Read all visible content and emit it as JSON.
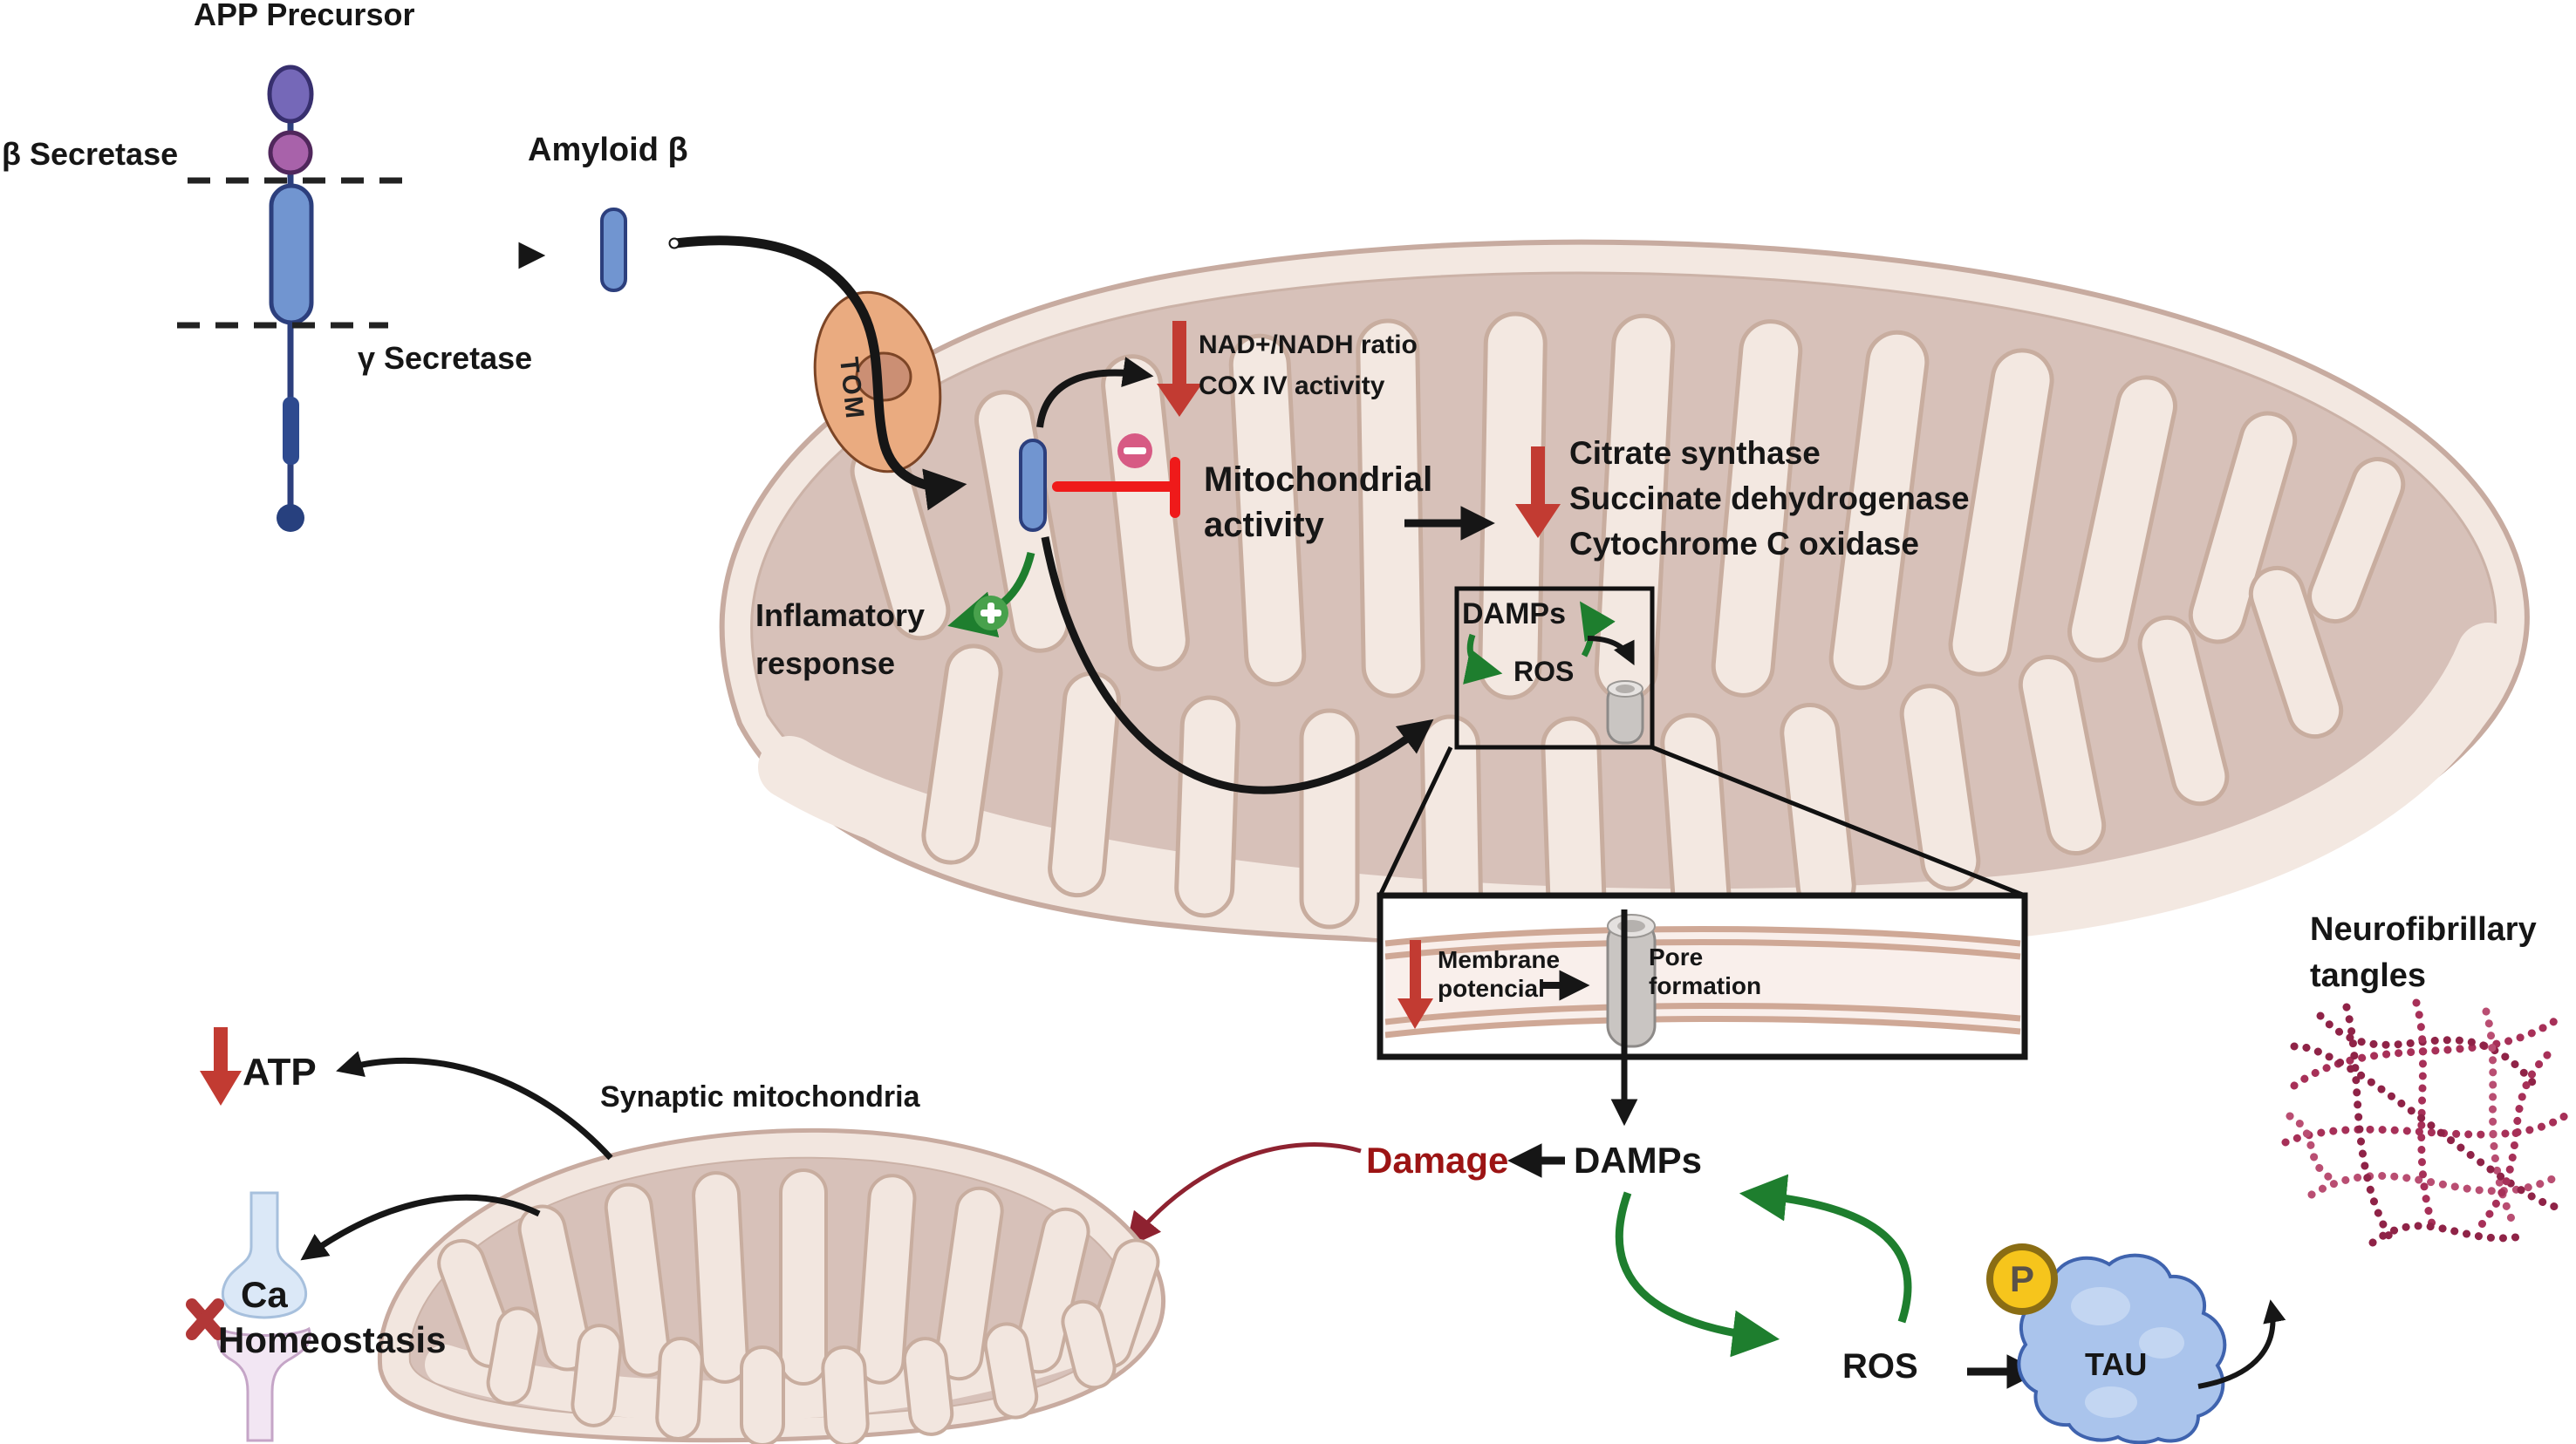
{
  "app": {
    "title": "APP Precursor",
    "beta": "β Secretase",
    "gamma": "γ Secretase",
    "amyloid": "Amyloid β"
  },
  "tom": {
    "label": "TOM"
  },
  "mito": {
    "nad": "NAD+/NADH ratio\nCOX IV activity",
    "activity": "Mitochondrial\nactivity",
    "enzymes": "Citrate synthase\nSuccinate dehydrogenase\nCytochrome C oxidase",
    "inflammatory": "Inflamatory\nresponse",
    "damps": "DAMPs",
    "ros": "ROS"
  },
  "inset": {
    "membrane": "Membrane\npotencial",
    "pore": "Pore\nformation"
  },
  "cascade": {
    "damage": "Damage",
    "damps": "DAMPs",
    "ros": "ROS",
    "tau": "TAU",
    "phospho": "P",
    "tangles": "Neurofibrillary\ntangles"
  },
  "synapse": {
    "atp": "ATP",
    "title": "Synaptic mitochondria",
    "ca": "Ca",
    "homeostasis": "Homeostasis"
  },
  "colors": {
    "red_arrow": "#c23b32",
    "inhibit_red": "#ef1a1a",
    "green": "#1e7e2e",
    "plus_green": "#48a14c",
    "minus_pink": "#d75a84",
    "damage_red": "#9c1414",
    "maroon_arrow": "#8e2230",
    "tau_blue": "#aac4ec",
    "phospho_yellow": "#f6c51c",
    "tangle_crimson": "#a73058",
    "membrane_tan": "#cfa896",
    "mito_cream": "#f3e8e1",
    "mito_mauve": "#d7c1b9",
    "tom_orange": "#eaab80",
    "amyloid_blue": "#7195d0"
  }
}
